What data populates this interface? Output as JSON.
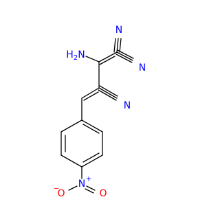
{
  "colors": {
    "bond": "#000000",
    "nitrogen": "#0000ff",
    "oxygen": "#ff0000"
  },
  "atoms": {
    "n_top": {
      "symbol": "N"
    },
    "n_right": {
      "symbol": "N"
    },
    "n_amino": {
      "symbol": "H2N"
    },
    "n_mid": {
      "symbol": "N"
    },
    "n_nitro": {
      "symbol": "N",
      "charge": "+"
    },
    "o_left": {
      "symbol": "O",
      "charge": "−"
    },
    "o_right": {
      "symbol": "O"
    }
  }
}
